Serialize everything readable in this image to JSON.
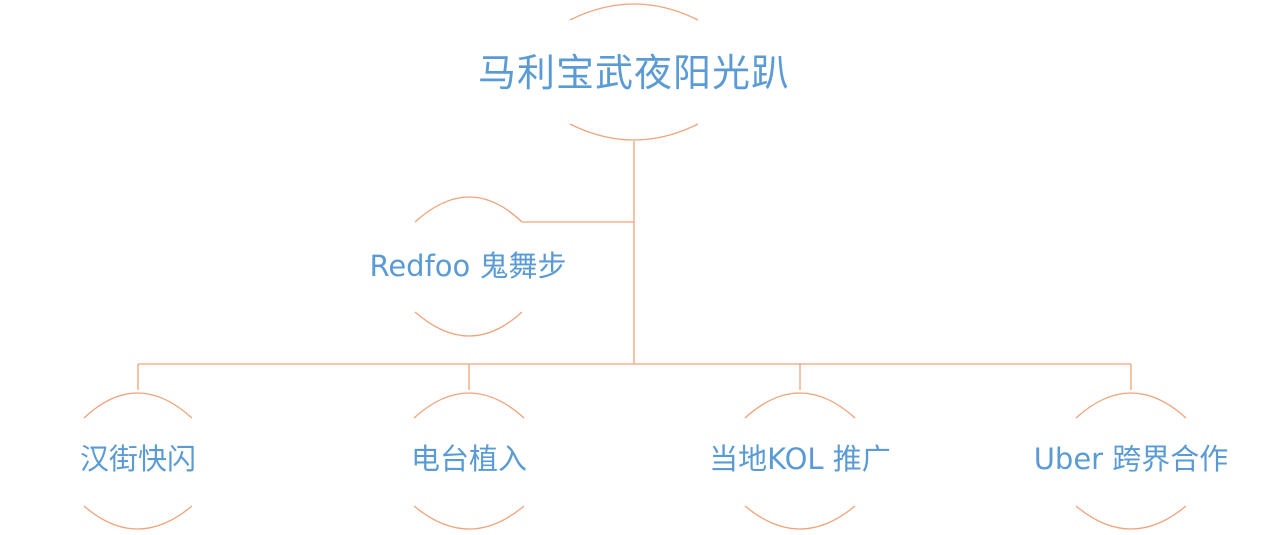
{
  "colors": {
    "text": "#5b9bd5",
    "line": "#f0a37a",
    "background": "#ffffff"
  },
  "root": {
    "label": "马利宝武夜阳光趴"
  },
  "side_node": {
    "label": "Redfoo 鬼舞步"
  },
  "children": [
    {
      "label": "汉街快闪"
    },
    {
      "label": "电台植入"
    },
    {
      "label": "当地KOL 推广"
    },
    {
      "label": "Uber 跨界合作"
    }
  ]
}
